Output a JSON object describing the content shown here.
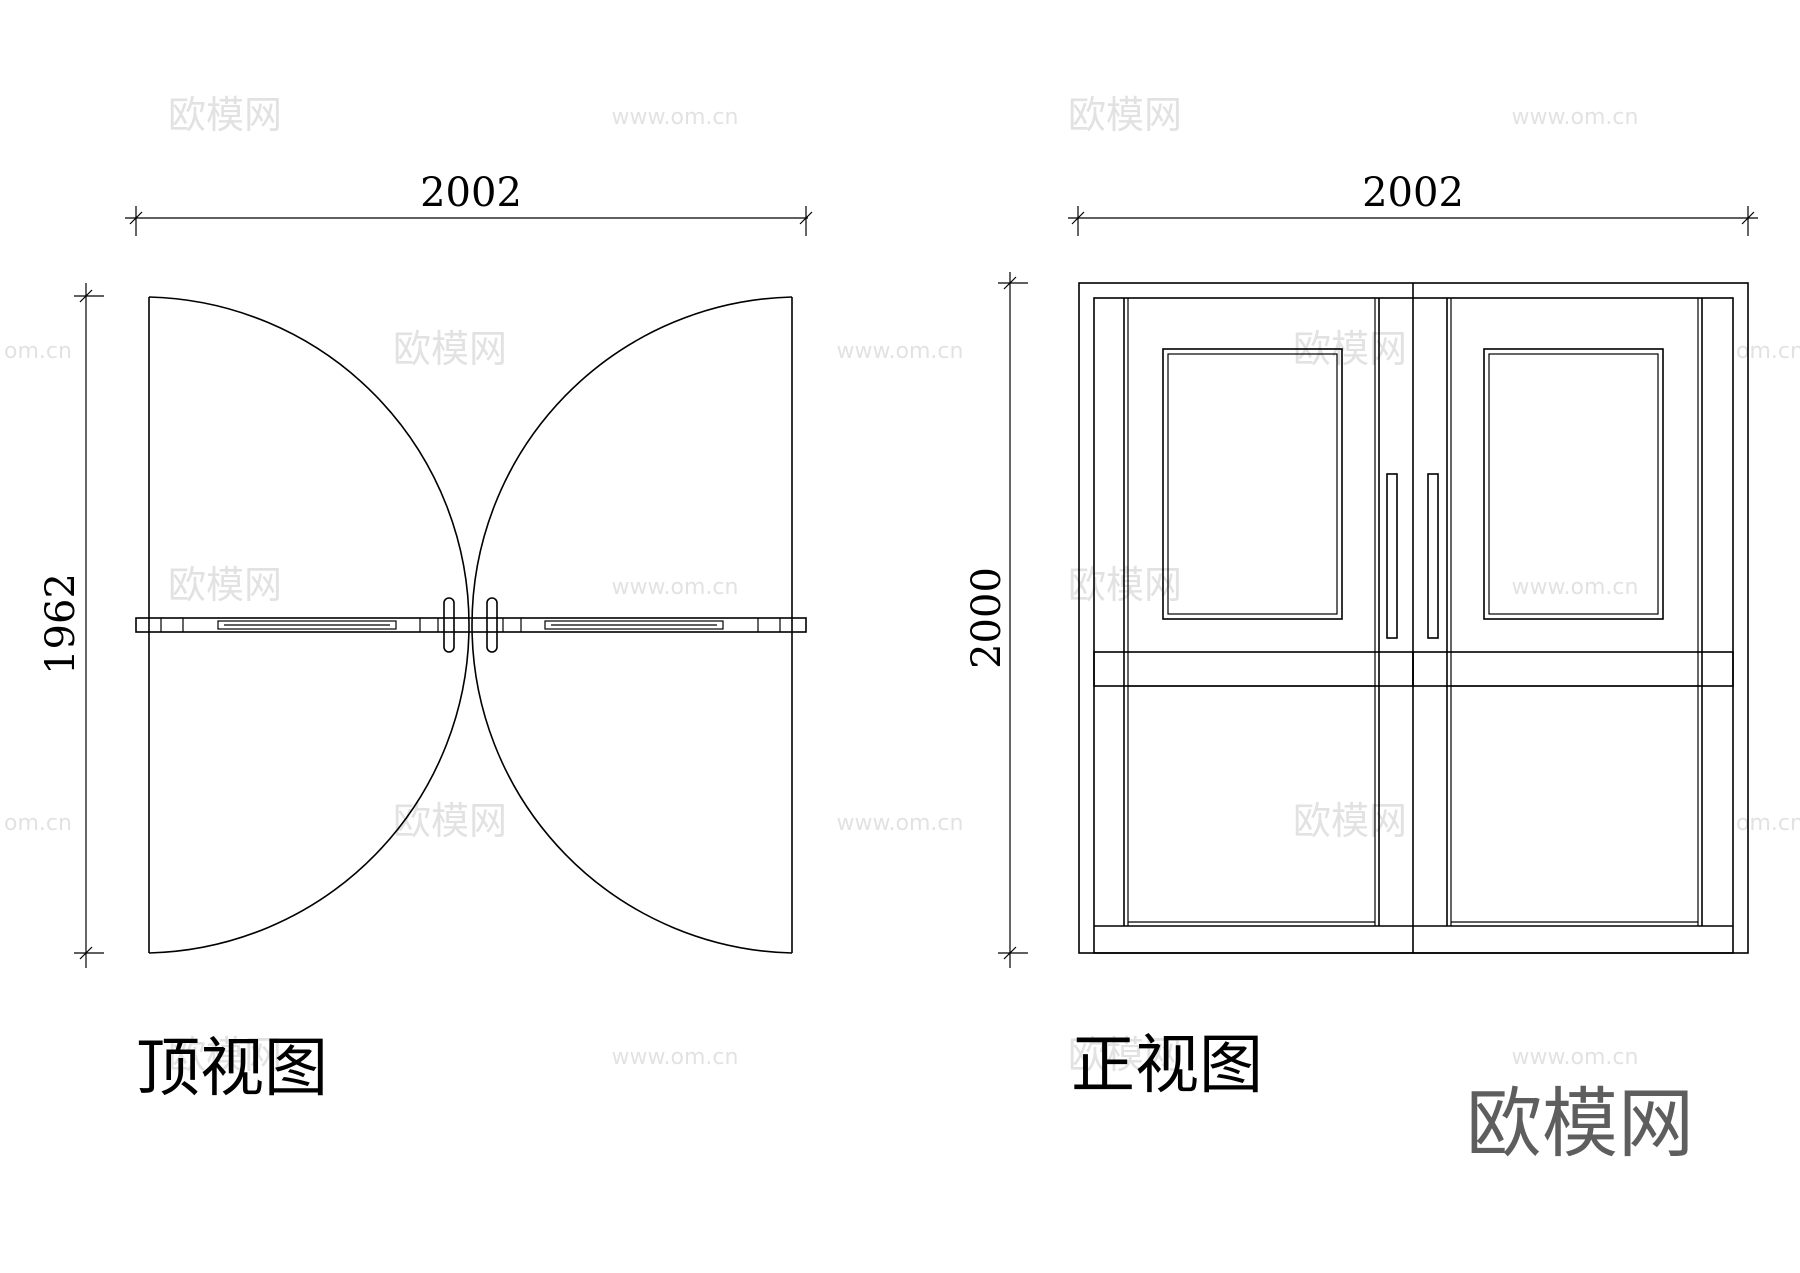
{
  "top_view": {
    "width_dim": "2002",
    "height_dim": "1962",
    "label": "顶视图"
  },
  "front_view": {
    "width_dim": "2002",
    "height_dim": "2000",
    "label": "正视图"
  },
  "watermark": {
    "cn_text": "欧模网",
    "url_text": "www.om.cn",
    "url_text_partial": "om.cn"
  },
  "brand_logo": "欧模网"
}
